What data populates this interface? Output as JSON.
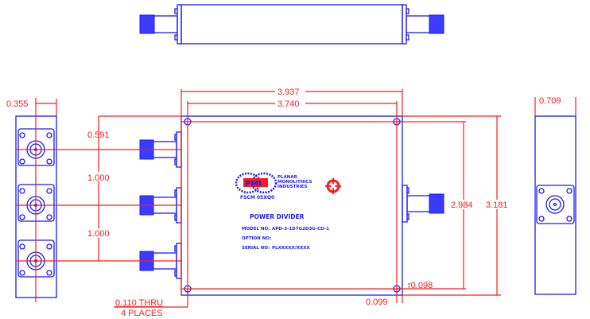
{
  "drawing": {
    "title": "Power Divider outline drawing",
    "colors": {
      "outline": "#1a1aff",
      "dimension": "#ff1a1a",
      "background": "#ffffff"
    }
  },
  "dimensions": {
    "side_width": "0.355",
    "port1_offset": "0.591",
    "port_spacing_1": "1.000",
    "port_spacing_2": "1.000",
    "overall_length": "3.937",
    "hole_spacing_x": "3.740",
    "hole_spacing_y": "2.984",
    "overall_height": "3.181",
    "end_width": "0.709",
    "corner_radius": "r0.098",
    "hole_offset": "0.099",
    "hole_callout_line1": "0.110  THRU",
    "hole_callout_line2": "4  PLACES"
  },
  "label": {
    "logo_text": "PMI",
    "company_line1": "PLANAR",
    "company_line2": "MONOLITHICS",
    "company_line3": "INDUSTRIES",
    "fscm": "FSCM  05XQ0",
    "product": "POWER  DIVIDER",
    "model_label": "MODEL  NO:",
    "model_value": "APD-3-1D7G2D3G-CD-1",
    "option_label": "OPTION  NO:",
    "option_value": "",
    "serial_label": "SERIAL  NO:",
    "serial_value": "PLXXXXX/XXXX"
  }
}
